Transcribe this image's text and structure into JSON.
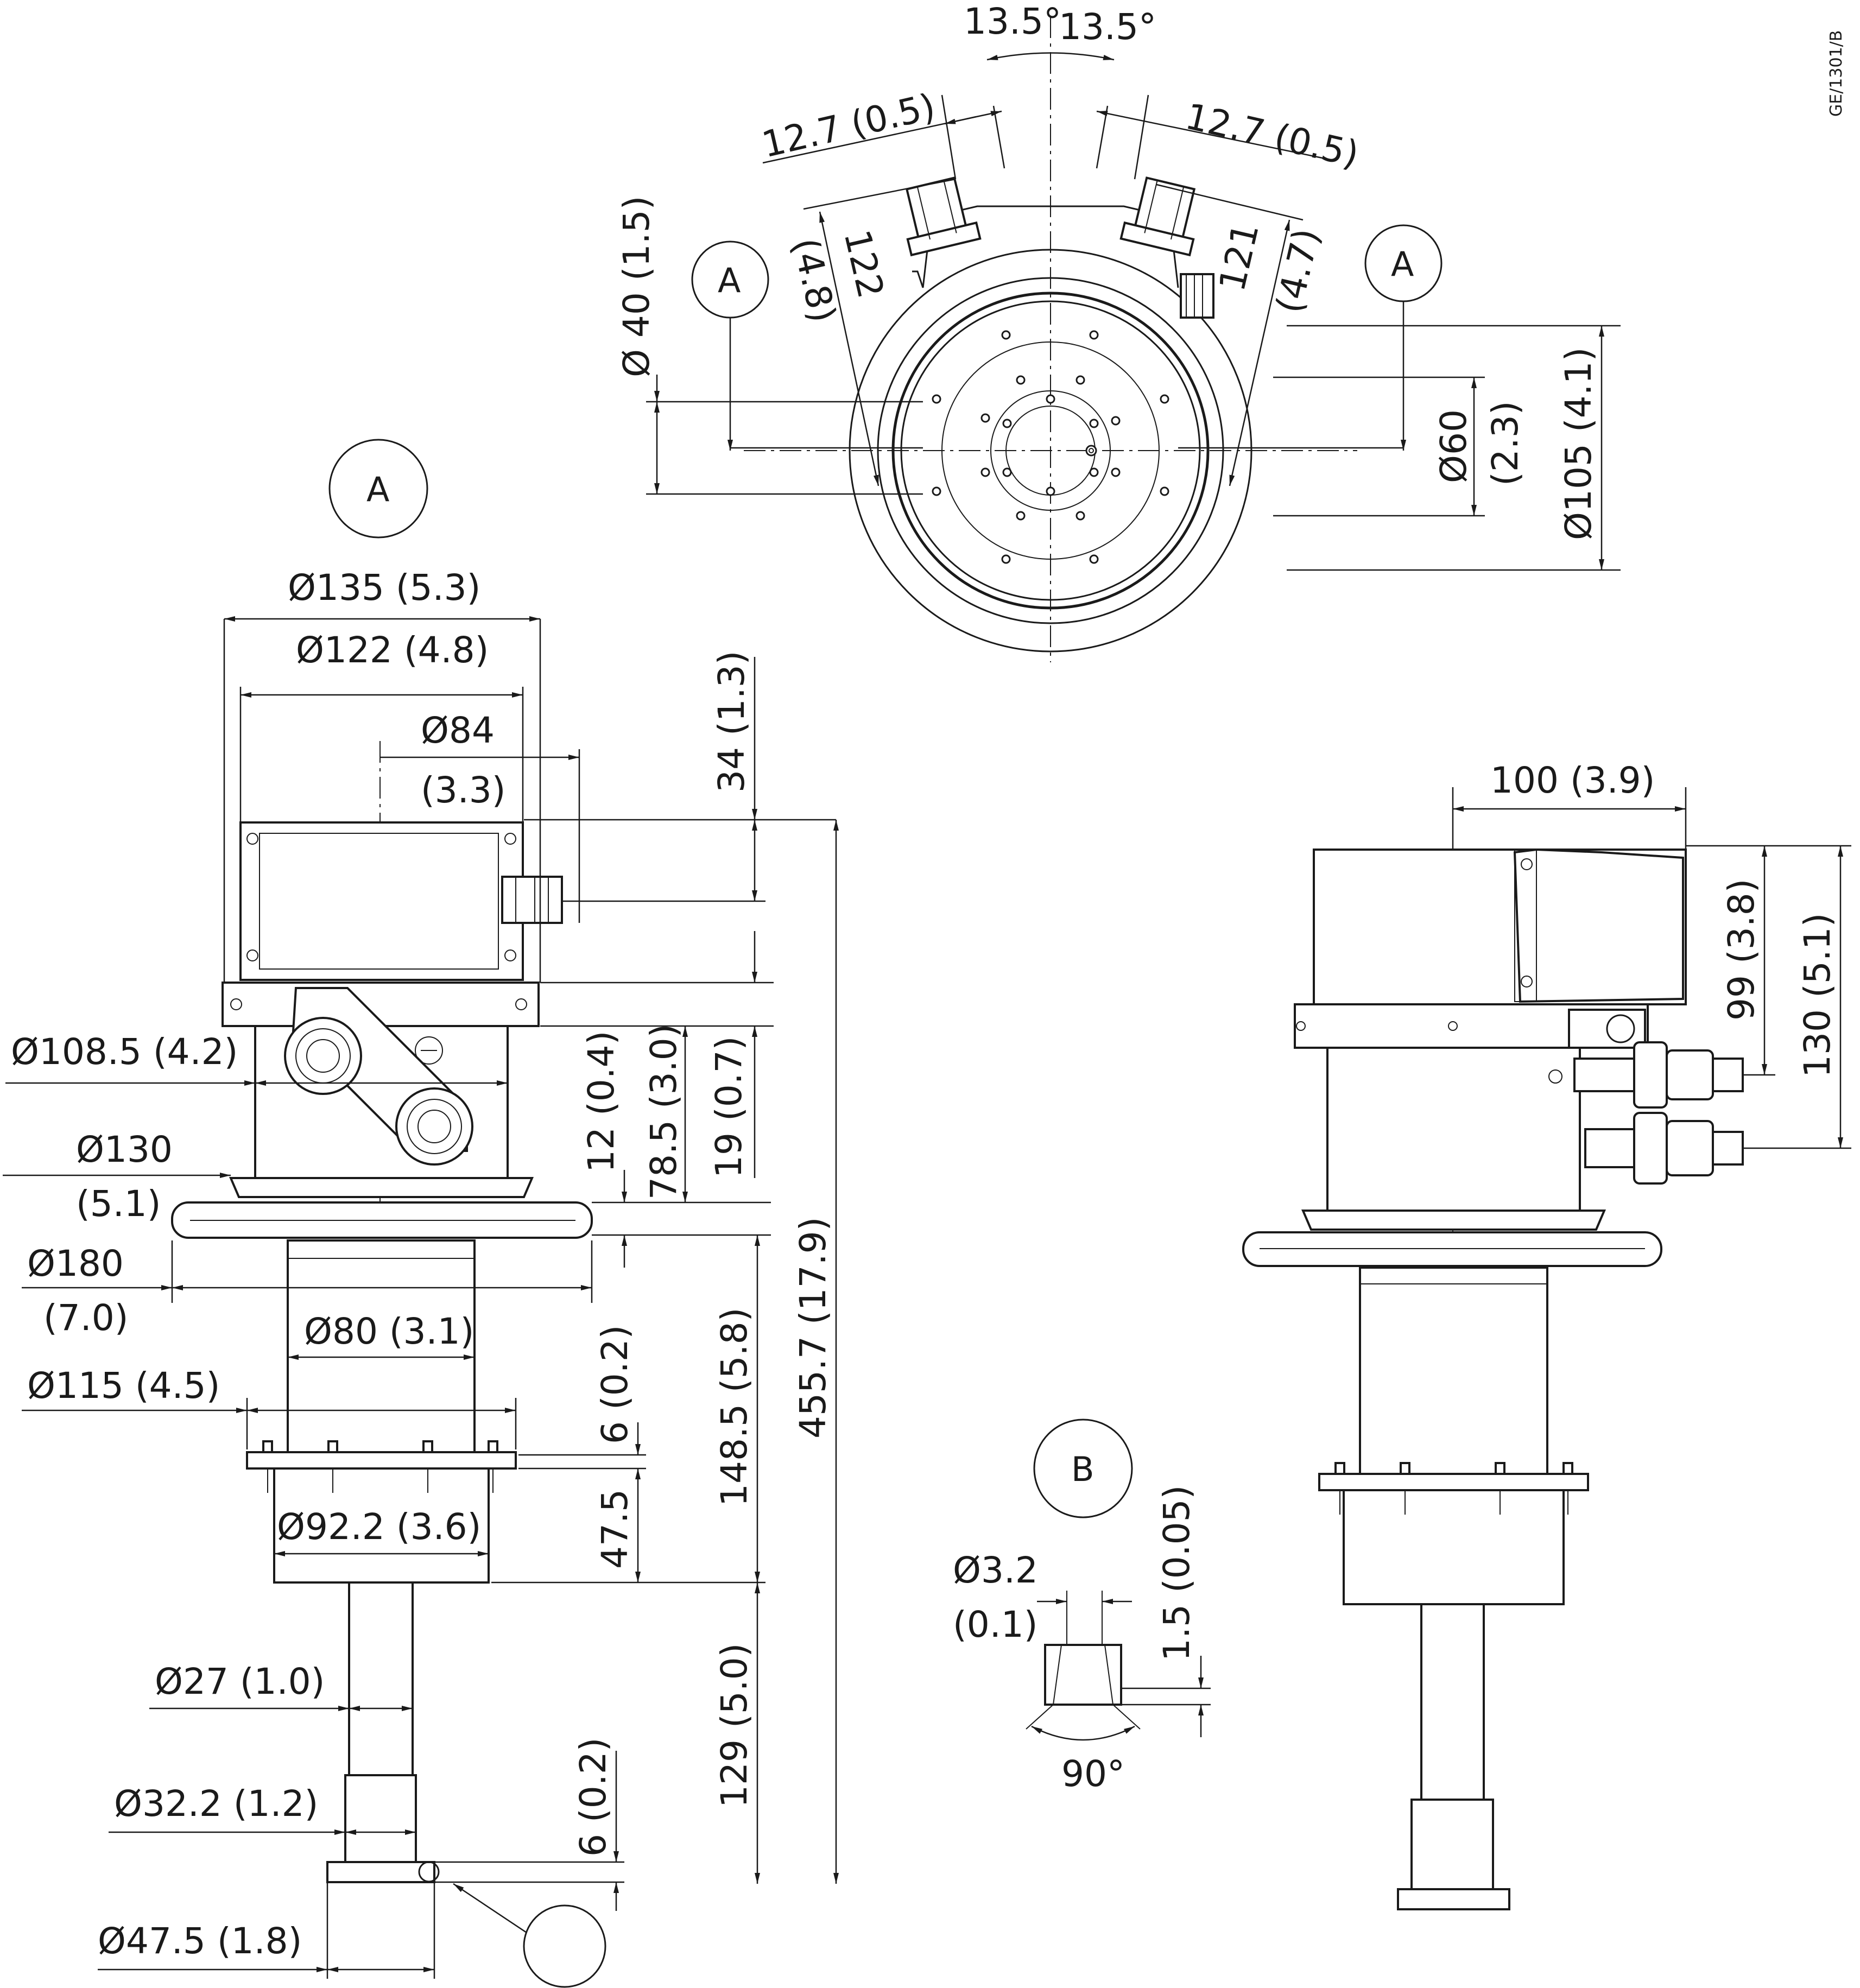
{
  "drawing_ref": "GE/1301/B",
  "angles": {
    "left": "13.5°",
    "right": "13.5°",
    "detail_b": "90°"
  },
  "top_view": {
    "entry_left": "12.7 (0.5)",
    "entry_right": "12.7 (0.5)",
    "dia_left": "Ø 40 (1.5)",
    "dim_122": "122",
    "dim_122_in": "(4.8)",
    "dim_121": "121",
    "dim_121_in": "(4.7)",
    "dia_60": "Ø60",
    "dia_60_in": "(2.3)",
    "dia_105": "Ø105 (4.1)",
    "section_left": "A",
    "section_right": "A"
  },
  "front_view": {
    "section_label": "A",
    "d135": "Ø135 (5.3)",
    "d122": "Ø122 (4.8)",
    "d84": "Ø84",
    "d84_in": "(3.3)",
    "h34": "34 (1.3)",
    "d108": "Ø108.5 (4.2)",
    "d130": "Ø130",
    "d130_in": "(5.1)",
    "d180": "Ø180",
    "d180_in": "(7.0)",
    "h12": "12 (0.4)",
    "h78": "78.5 (3.0)",
    "h19": "19 (0.7)",
    "h455": "455.7 (17.9)",
    "d80": "Ø80 (3.1)",
    "d115": "Ø115 (4.5)",
    "h6a": "6 (0.2)",
    "h148": "148.5 (5.8)",
    "h47": "47.5",
    "d92": "Ø92.2 (3.6)",
    "d27": "Ø27 (1.0)",
    "h129": "129 (5.0)",
    "d32": "Ø32.2 (1.2)",
    "h6b": "6 (0.2)",
    "d47": "Ø47.5 (1.8)"
  },
  "side_view": {
    "w100": "100 (3.9)",
    "h99": "99 (3.8)",
    "h130": "130 (5.1)"
  },
  "detail_b": {
    "label": "B",
    "d32": "Ø3.2",
    "d32_in": "(0.1)",
    "h15": "1.5 (0.05)"
  }
}
